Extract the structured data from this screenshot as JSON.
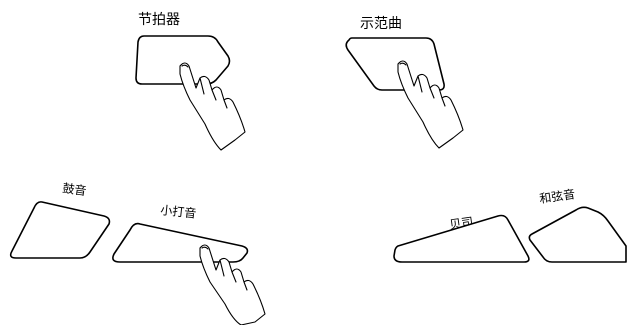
{
  "labels": {
    "metronome": "节拍器",
    "demo": "示范曲",
    "drum": "鼓音",
    "percussion": "小打音",
    "bass": "贝司",
    "chord": "和弦音"
  }
}
